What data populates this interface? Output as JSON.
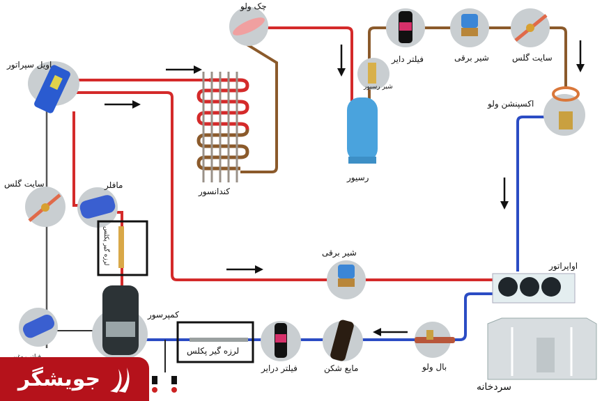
{
  "title": "Cold storage refrigeration cycle diagram",
  "colors": {
    "hot_gas_line": "#d42a2a",
    "liquid_line": "#8b5a2b",
    "suction_line": "#2b4cc4",
    "oil_line": "#555555",
    "component_circle": "#c9ced1",
    "logo_bg": "#b5121b"
  },
  "labels": {
    "oil_separator": "اویل سپراتور",
    "check_valve": "چک ولو",
    "condenser": "کندانسور",
    "receiver": "رسیور",
    "receiver_valve": "شیر رسیور",
    "filter_drier_top": "فیلتر دایر",
    "solenoid_valve_top": "شیر برقی",
    "sight_glass_top": "سایت گلس",
    "expansion_valve": "اکسپنشن ولو",
    "sight_glass_left": "سایت گلس",
    "muffler": "مافلر",
    "vibration_eliminator_vertical": "لرزه گیر پکلس",
    "solenoid_valve_bottom": "شیر برقی",
    "evaporator": "اواپراتور",
    "compressor": "کمپرسور",
    "vibration_eliminator_horizontal": "لرزه گیر پکلس",
    "filter_drier_bottom": "فیلتر درایر",
    "liquid_separator": "مایع شکن",
    "ball_valve": "بال ولو",
    "oil_filter": "فیلتر روغن",
    "cold_room": "سردخانه"
  },
  "logo": {
    "text": "جویشگر",
    "icon": "brand-mark-icon"
  },
  "arrows": [
    {
      "id": "arrow-condenser-inlet",
      "direction": "right"
    },
    {
      "id": "arrow-discharge",
      "direction": "right"
    },
    {
      "id": "arrow-receiver",
      "direction": "down"
    },
    {
      "id": "arrow-expansion",
      "direction": "down"
    },
    {
      "id": "arrow-evaporator-down",
      "direction": "down"
    },
    {
      "id": "arrow-solenoid-line",
      "direction": "right"
    },
    {
      "id": "arrow-suction",
      "direction": "left"
    }
  ]
}
